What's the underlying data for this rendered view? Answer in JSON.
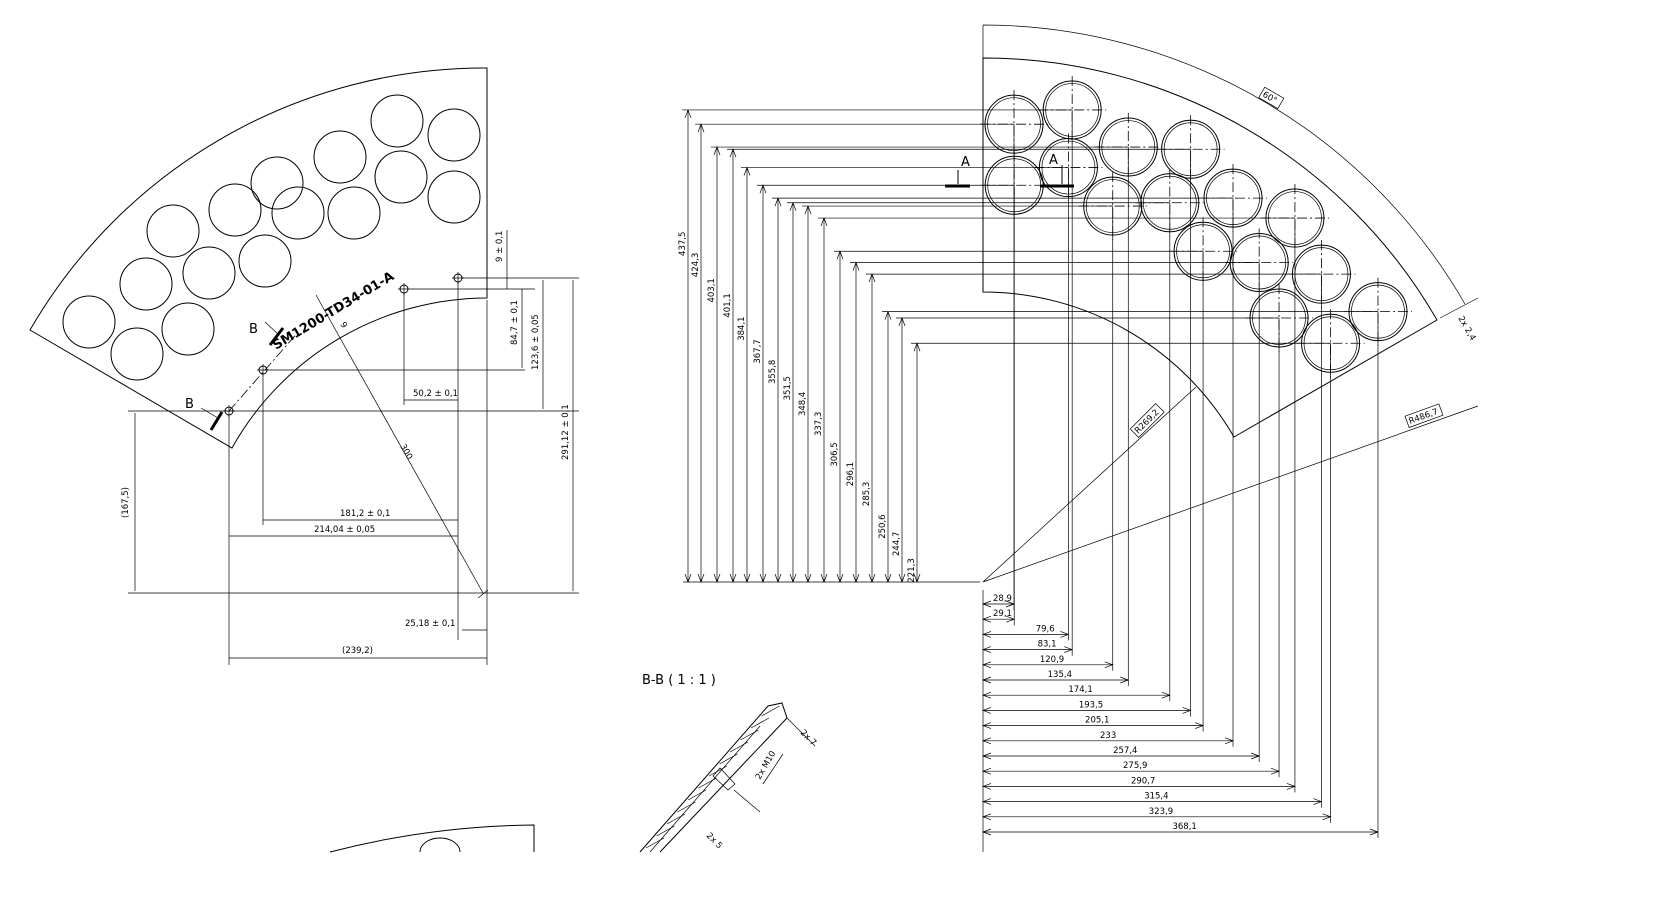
{
  "left_view": {
    "part_number": "SM1200-TD34-01-A",
    "section_marks": [
      "B",
      "B"
    ],
    "dims": {
      "d9": "9 ± 0,1",
      "d84_7": "84,7 ± 0,1",
      "d123_6": "123,6 ± 0,05",
      "d291_12": "291,12 ± 0,1",
      "d50_2": "50,2 ± 0,1",
      "d181_2": "181,2 ± 0,1",
      "d214_04": "214,04 ± 0,05",
      "d25_18": "25,18 ± 0,1",
      "d239_2": "(239,2)",
      "d167_5": "(167,5)",
      "r300": "300",
      "slot9": "9"
    }
  },
  "right_view": {
    "section_marks": [
      "A",
      "A"
    ],
    "angle": "60°",
    "inner_radius": "R269,2",
    "outer_radius": "R486,7",
    "chamfer": "2x 2,4",
    "vertical_dims": [
      "437,5",
      "424,3",
      "403,1",
      "401,1",
      "384,1",
      "367,7",
      "355,8",
      "351,5",
      "348,4",
      "337,3",
      "306,5",
      "296,1",
      "285,3",
      "250,6",
      "244,7",
      "221,3"
    ],
    "horizontal_dims": [
      "28,9",
      "29,1",
      "79,6",
      "83,1",
      "120,9",
      "135,4",
      "174,1",
      "193,5",
      "205,1",
      "233",
      "257,4",
      "275,9",
      "290,7",
      "315,4",
      "323,9",
      "368,1"
    ]
  },
  "section_view": {
    "title": "B-B ( 1 : 1 )",
    "labels": [
      "2x 7",
      "2x M10",
      "2x 5"
    ]
  }
}
